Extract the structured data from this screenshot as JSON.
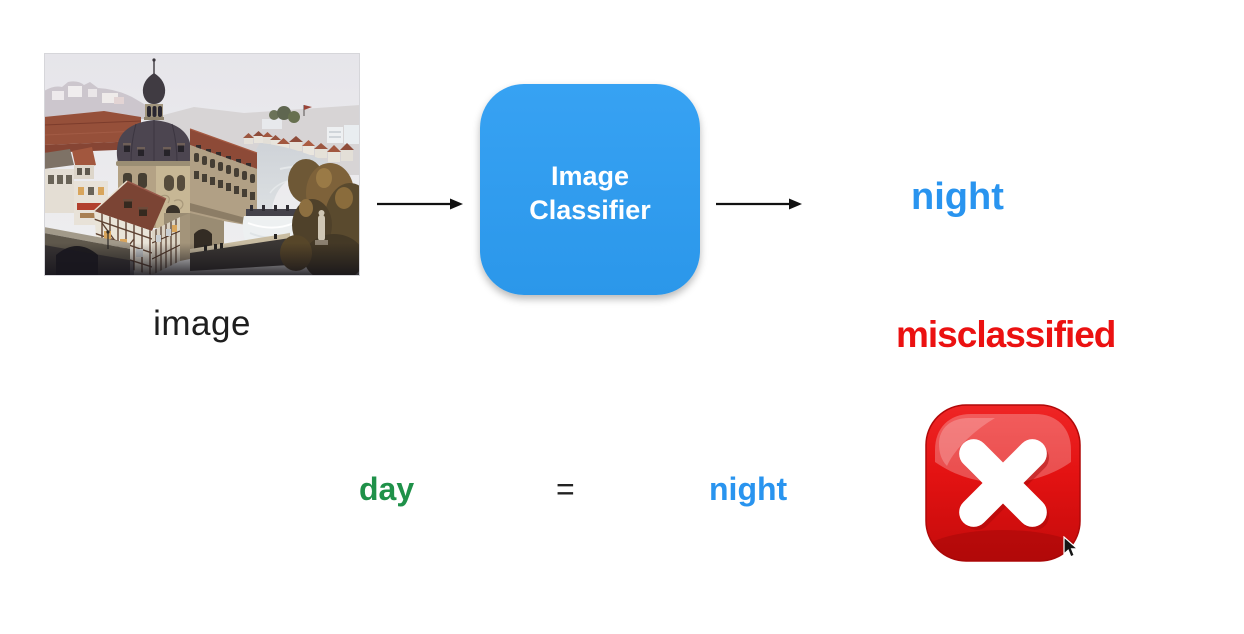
{
  "slide": {
    "background": "#ffffff",
    "input": {
      "photo_icon": "town-river-photo",
      "photo_label": "image"
    },
    "classifier": {
      "label": "Image\nClassifier",
      "box_color": "#2e9bef",
      "label_color": "#ffffff"
    },
    "flow": {
      "arrow_color": "#111111"
    },
    "output": {
      "predicted_label": "night",
      "predicted_color": "#2994ef"
    },
    "verdict": {
      "label": "misclassified",
      "label_color": "#eb1111",
      "icon": "error-x-icon",
      "icon_color": "#d90f0f",
      "x_mark_color": "#ffffff"
    },
    "comparison": {
      "ground_truth": "day",
      "ground_truth_color": "#1f9149",
      "operator": "=",
      "operator_color": "#222222",
      "predicted": "night",
      "predicted_color": "#2994ef"
    },
    "cursor_icon": "arrow-pointer-cursor"
  }
}
